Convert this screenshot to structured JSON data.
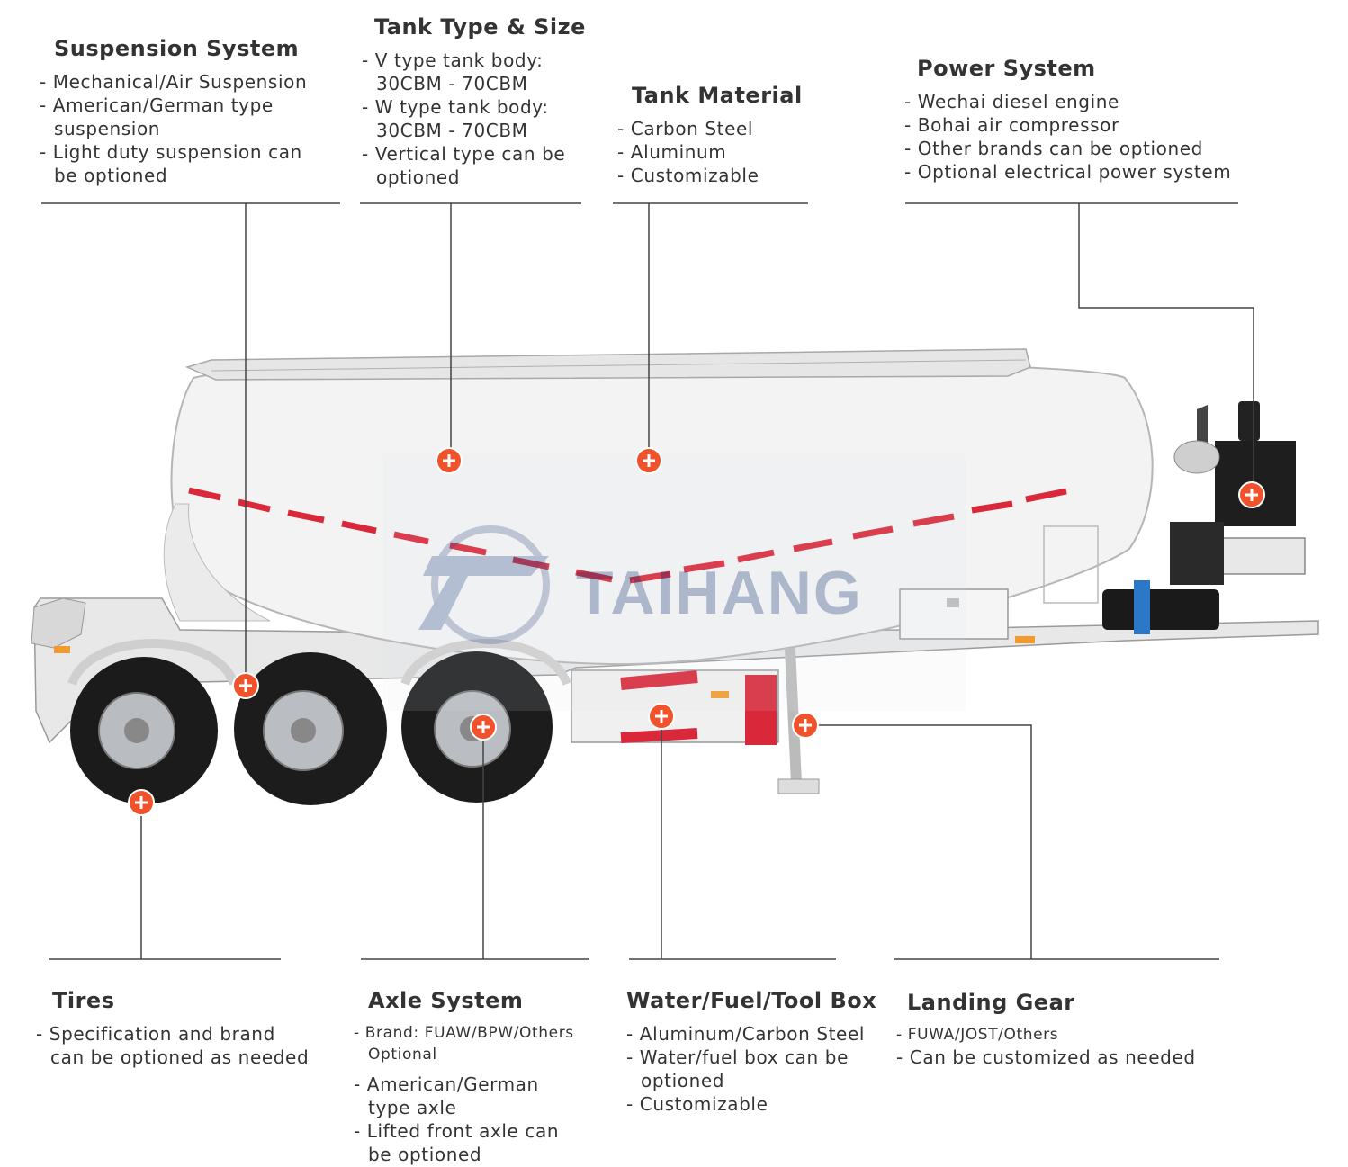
{
  "brand": {
    "watermark": "TAIHANG"
  },
  "colors": {
    "hotspot": "#f0522c",
    "stripe": "#d9283a",
    "line": "#444444",
    "tank": "#f2f2f2"
  },
  "callouts": {
    "suspension": {
      "title": "Suspension System",
      "items": [
        "Mechanical/Air Suspension",
        "American/German type\nsuspension",
        "Light duty suspension can\nbe optioned"
      ]
    },
    "tank_type": {
      "title": "Tank Type & Size",
      "items": [
        "V type tank body:\n30CBM - 70CBM",
        "W type tank body:\n30CBM - 70CBM",
        "Vertical type can be\noptioned"
      ]
    },
    "tank_material": {
      "title": "Tank Material",
      "items": [
        "Carbon Steel",
        "Aluminum",
        "Customizable"
      ]
    },
    "power": {
      "title": "Power System",
      "items": [
        "Wechai diesel engine",
        "Bohai air compressor",
        "Other brands can be optioned",
        "Optional electrical power system"
      ]
    },
    "tires": {
      "title": "Tires",
      "items": [
        "Specification and brand\ncan be optioned as needed"
      ]
    },
    "axle": {
      "title": "Axle System",
      "items": [
        "Brand: FUAW/BPW/Others\nOptional",
        "American/German\ntype axle",
        "Lifted front axle can\nbe optioned"
      ]
    },
    "box": {
      "title": "Water/Fuel/Tool Box",
      "items": [
        "Aluminum/Carbon Steel",
        "Water/fuel box can be\noptioned",
        "Customizable"
      ]
    },
    "landing": {
      "title": "Landing Gear",
      "items": [
        "FUWA/JOST/Others",
        "Can be customized as needed"
      ]
    }
  }
}
